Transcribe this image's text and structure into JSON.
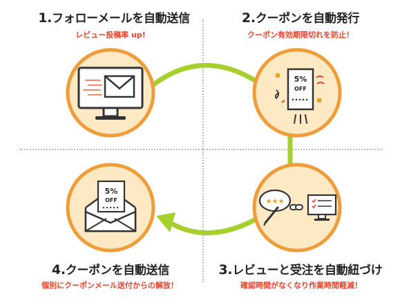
{
  "steps": [
    {
      "number": "1.",
      "title": "フォローメールを自動送信",
      "subtitle": "レビュー投稿率 up!"
    },
    {
      "number": "2.",
      "title": "クーポンを自動発行",
      "subtitle": "クーポン有効期限切れを防止！"
    },
    {
      "number": "3.",
      "title": "レビューと受注を自動紐づけ",
      "subtitle": "確認時間がなくなり作業時間軽減！"
    },
    {
      "number": "4.",
      "title": "クーポンを自動送信",
      "subtitle": "個別にクーポンメール送付からの解放！"
    }
  ],
  "coupon": {
    "percent": "5%",
    "off": "OFF"
  },
  "colors": {
    "accent_green": "#a7cf2d",
    "circle_fill": "#fde9c3",
    "circle_stroke": "#ef9d3a",
    "subtitle_red": "#e8442d",
    "ink": "#222222"
  }
}
